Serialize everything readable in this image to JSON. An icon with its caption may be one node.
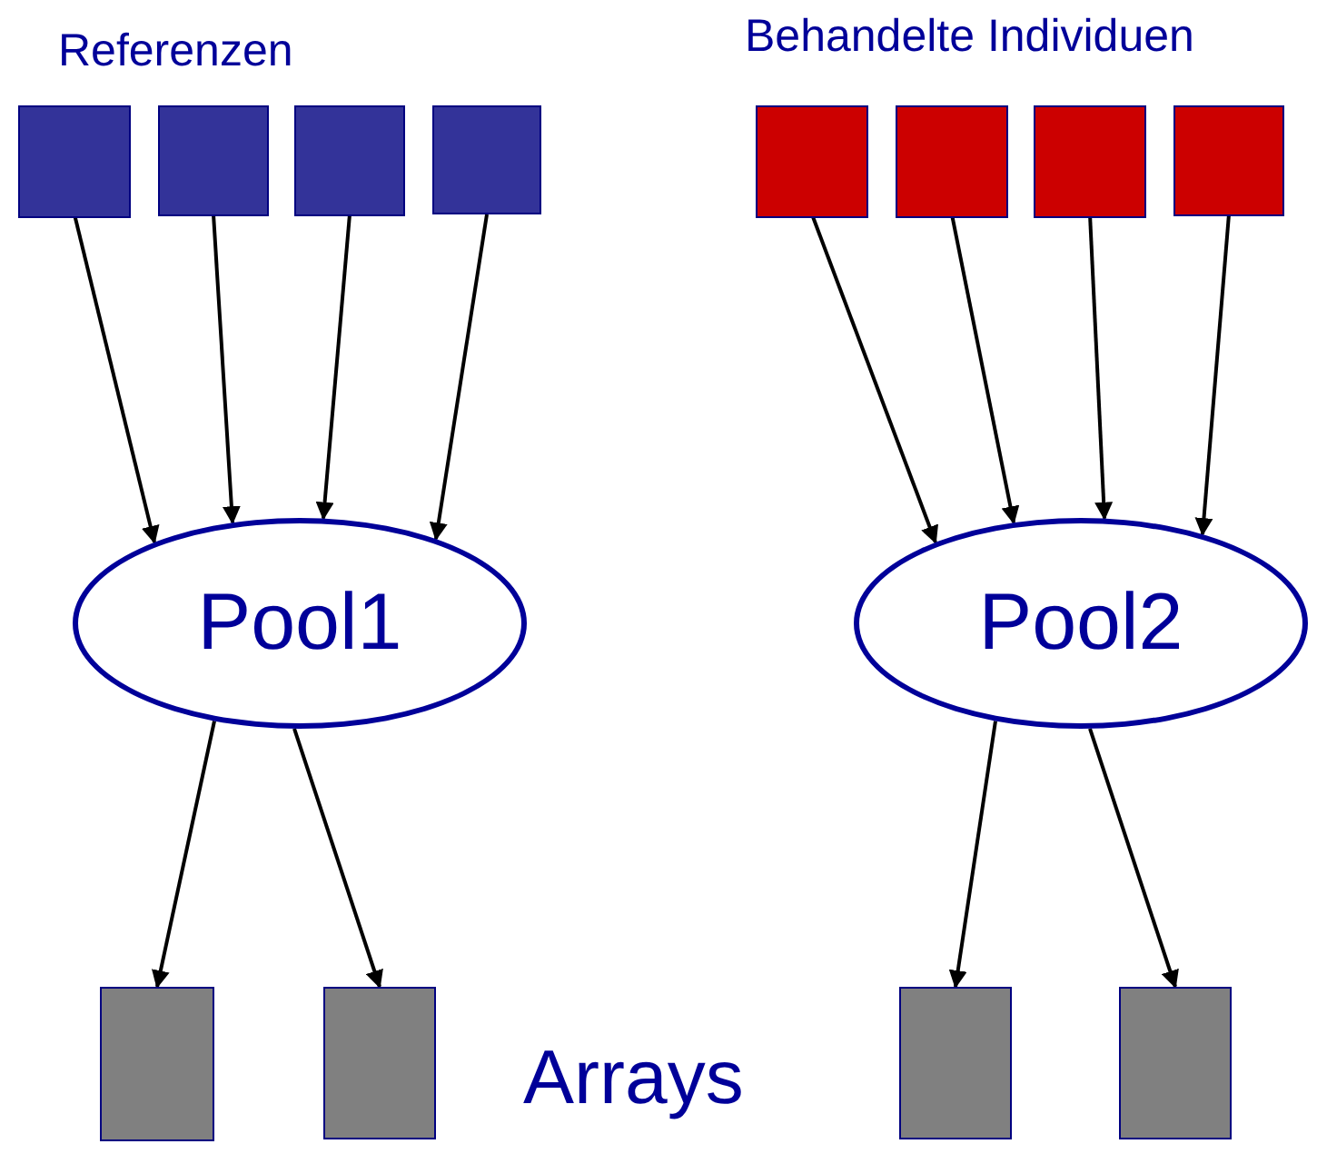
{
  "diagram": {
    "nodes": [
      {
        "text": [],
        "shape": "box"
      },
      {
        "text": [],
        "shape": "box"
      },
      {
        "text": [],
        "shape": "box"
      },
      {
        "text": [],
        "shape": "box"
      },
      {
        "text": [],
        "shape": "box"
      },
      {
        "text": [],
        "shape": "box"
      },
      {
        "text": [],
        "shape": "box"
      },
      {
        "text": [],
        "shape": "box"
      },
      {
        "text": [
          "Pool1"
        ]
      },
      {
        "text": [
          "Pool2"
        ]
      },
      {
        "text": [],
        "shape": "bar"
      },
      {
        "text": [],
        "shape": "bar"
      },
      {
        "text": [],
        "shape": "bar"
      },
      {
        "text": [],
        "shape": "bar"
      }
    ],
    "edges": [
      {
        "from": 0,
        "to": 8,
        "arrow": "to"
      },
      {
        "from": 1,
        "to": 8,
        "arrow": "to"
      },
      {
        "from": 2,
        "to": 8,
        "arrow": "to"
      },
      {
        "from": 3,
        "to": 8,
        "arrow": "to"
      },
      {
        "from": 4,
        "to": 9,
        "arrow": "to"
      },
      {
        "from": 5,
        "to": 9,
        "arrow": "to"
      },
      {
        "from": 6,
        "to": 9,
        "arrow": "to"
      },
      {
        "from": 7,
        "to": 9,
        "arrow": "to"
      },
      {
        "from": 8,
        "to": 10,
        "arrow": "to"
      },
      {
        "from": 8,
        "to": 11,
        "arrow": "to"
      },
      {
        "from": 9,
        "to": 12,
        "arrow": "to"
      },
      {
        "from": 9,
        "to": 13,
        "arrow": "to"
      }
    ],
    "labels": [
      "Referenzen",
      "Behandelte Individuen",
      "Arrays"
    ]
  }
}
